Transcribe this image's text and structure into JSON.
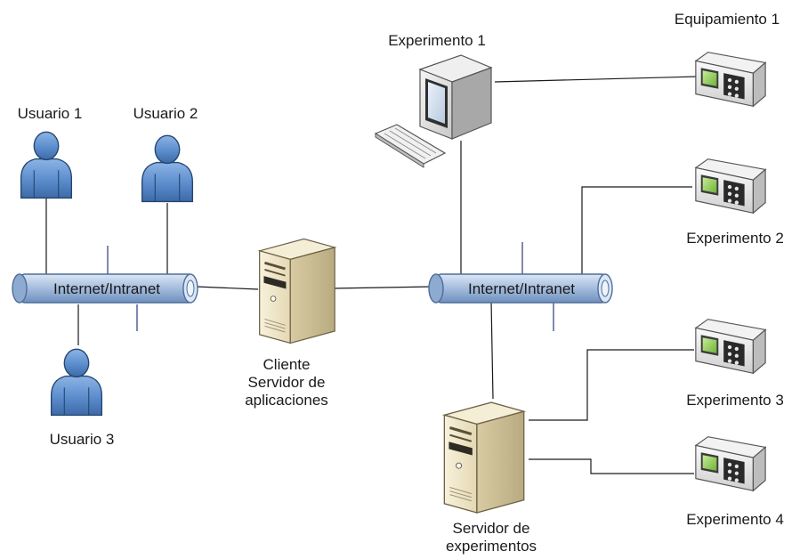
{
  "labels": {
    "usuario1": "Usuario 1",
    "usuario2": "Usuario 2",
    "usuario3": "Usuario 3",
    "network_left": "Internet/Intranet",
    "network_right": "Internet/Intranet",
    "cliente_line1": "Cliente",
    "cliente_line2": "Servidor de",
    "cliente_line3": "aplicaciones",
    "experimento1": "Experimento 1",
    "equipamiento1": "Equipamiento 1",
    "experimento2": "Experimento 2",
    "experimento3": "Experimento 3",
    "experimento4": "Experimento 4",
    "servidor_line1": "Servidor de",
    "servidor_line2": "experimentos"
  },
  "icons": {
    "user": "user-icon",
    "server": "server-icon",
    "pc": "desktop-computer-icon",
    "keyboard": "keyboard-icon",
    "equipment": "lab-equipment-icon",
    "network": "network-pipe-icon"
  },
  "colors": {
    "user_fill": "#5b8ccc",
    "user_dark": "#2f5a92",
    "pipe_fill": "#9fb7d8",
    "pipe_edge": "#4e6e99",
    "server_fill": "#efe6cc",
    "server_side": "#cfc29b",
    "equip_screen": "#9bd06a",
    "line": "#1a1a1a",
    "tick": "#2b3a7a"
  }
}
